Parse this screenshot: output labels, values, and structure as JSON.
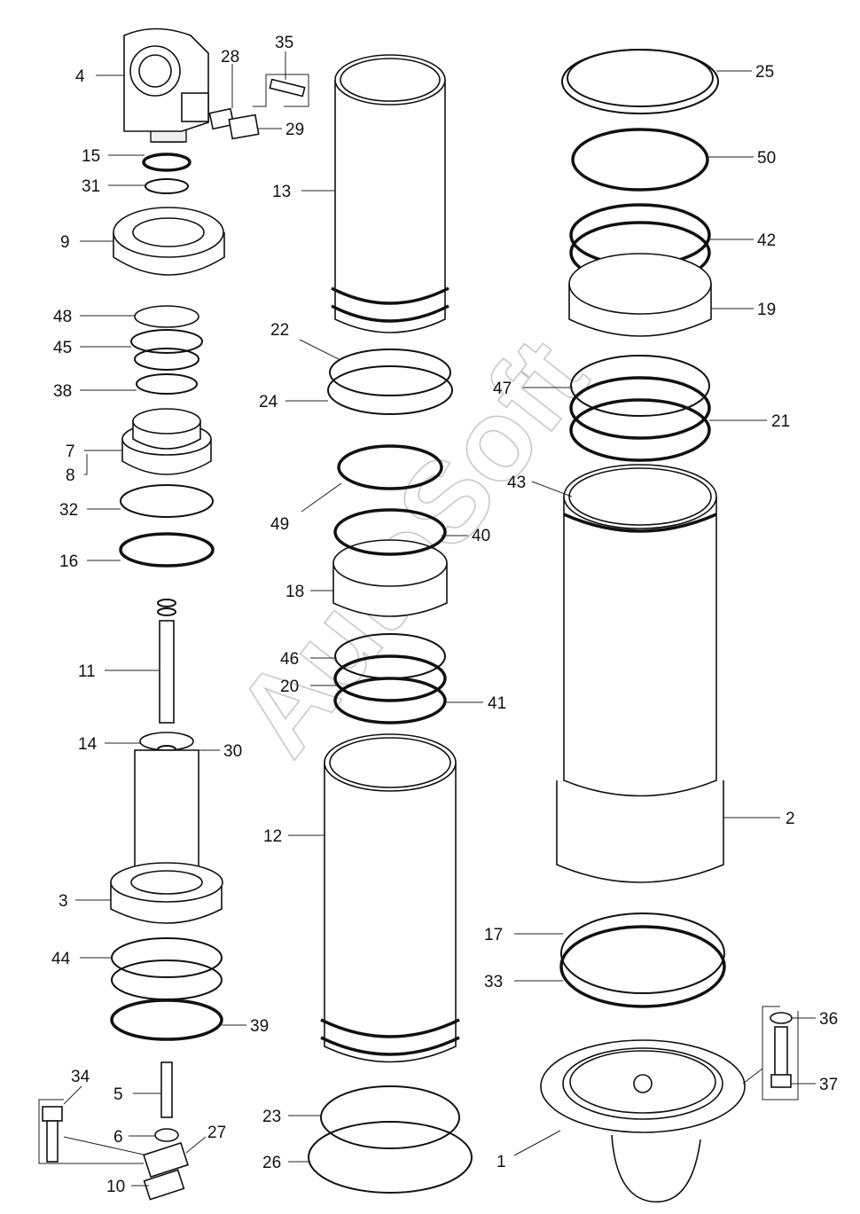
{
  "watermark": "AutoSoft",
  "labels": {
    "l1": "1",
    "l2": "2",
    "l3": "3",
    "l4": "4",
    "l5": "5",
    "l6": "6",
    "l7": "7",
    "l8": "8",
    "l9": "9",
    "l10": "10",
    "l11": "11",
    "l12": "12",
    "l13": "13",
    "l14": "14",
    "l15": "15",
    "l16": "16",
    "l17": "17",
    "l18": "18",
    "l19": "19",
    "l20": "20",
    "l21": "21",
    "l22": "22",
    "l23": "23",
    "l24": "24",
    "l25": "25",
    "l26": "26",
    "l27": "27",
    "l28": "28",
    "l29": "29",
    "l30": "30",
    "l31": "31",
    "l32": "32",
    "l33": "33",
    "l34": "34",
    "l35": "35",
    "l36": "36",
    "l37": "37",
    "l38": "38",
    "l39": "39",
    "l40": "40",
    "l41": "41",
    "l42": "42",
    "l43": "43",
    "l44": "44",
    "l45": "45",
    "l46": "46",
    "l47": "47",
    "l48": "48",
    "l49": "49",
    "l50": "50"
  }
}
